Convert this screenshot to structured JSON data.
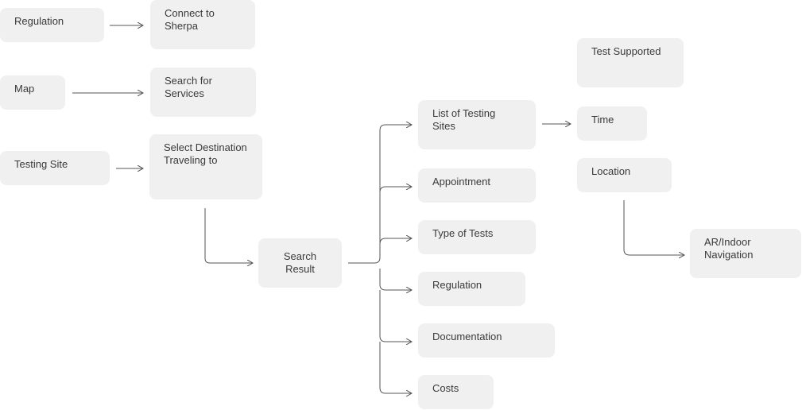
{
  "nodes": {
    "regulation_left": "Regulation",
    "connect_sherpa": "Connect to\nSherpa",
    "map": "Map",
    "search_services": "Search for\nServices",
    "testing_site": "Testing Site",
    "select_destination": "Select Destination\nTraveling to",
    "search_result": "Search\nResult",
    "list_testing_sites": "List of Testing\nSites",
    "appointment": "Appointment",
    "type_of_tests": "Type of Tests",
    "regulation_right": "Regulation",
    "documentation": "Documentation",
    "costs": "Costs",
    "test_supported": "Test Supported",
    "time": "Time",
    "location": "Location",
    "ar_indoor_navigation": "AR/Indoor\nNavigation"
  },
  "colors": {
    "node_fill": "#f0f0f0",
    "text": "#3a3a3a",
    "connector": "#555555"
  }
}
